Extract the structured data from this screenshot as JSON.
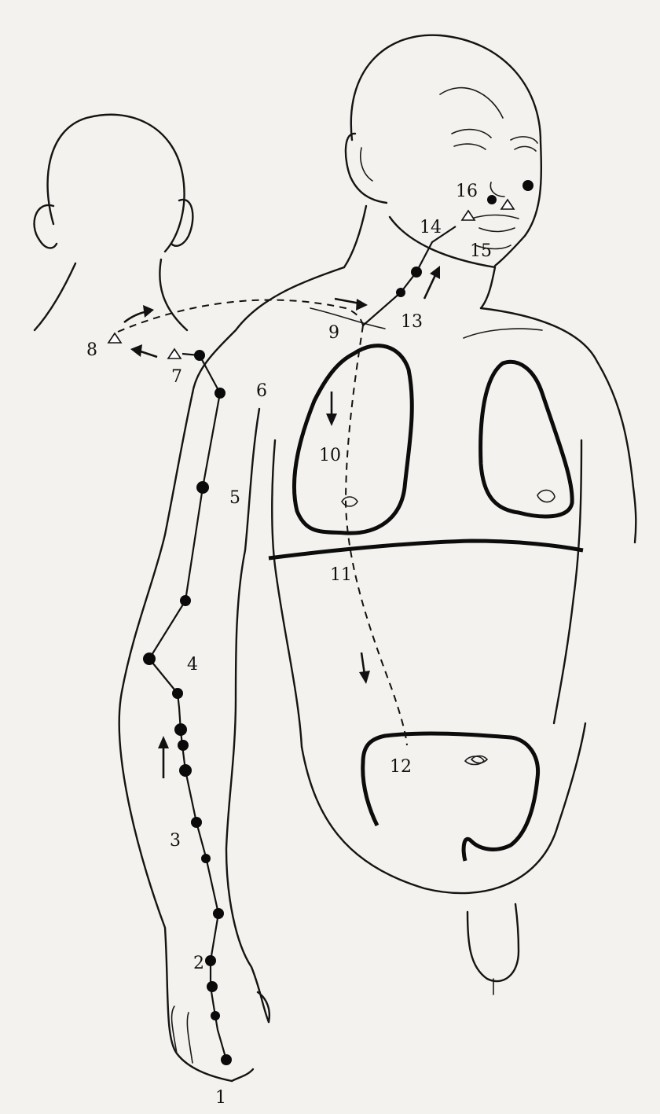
{
  "labels": [
    {
      "id": "1",
      "text": "1"
    },
    {
      "id": "2",
      "text": "2"
    },
    {
      "id": "3",
      "text": "3"
    },
    {
      "id": "4",
      "text": "4"
    },
    {
      "id": "5",
      "text": "5"
    },
    {
      "id": "6",
      "text": "6"
    },
    {
      "id": "7",
      "text": "7"
    },
    {
      "id": "8",
      "text": "8"
    },
    {
      "id": "9",
      "text": "9"
    },
    {
      "id": "10",
      "text": "10"
    },
    {
      "id": "11",
      "text": "11"
    },
    {
      "id": "12",
      "text": "12"
    },
    {
      "id": "13",
      "text": "13"
    },
    {
      "id": "14",
      "text": "14"
    },
    {
      "id": "15",
      "text": "15"
    },
    {
      "id": "16",
      "text": "16"
    }
  ],
  "icons": {
    "point_marker": "filled-dot",
    "crossing_marker": "open-triangle",
    "flow_arrow": "arrow"
  },
  "colors": {
    "paper": "#f3f2ee",
    "ink": "#111111"
  }
}
